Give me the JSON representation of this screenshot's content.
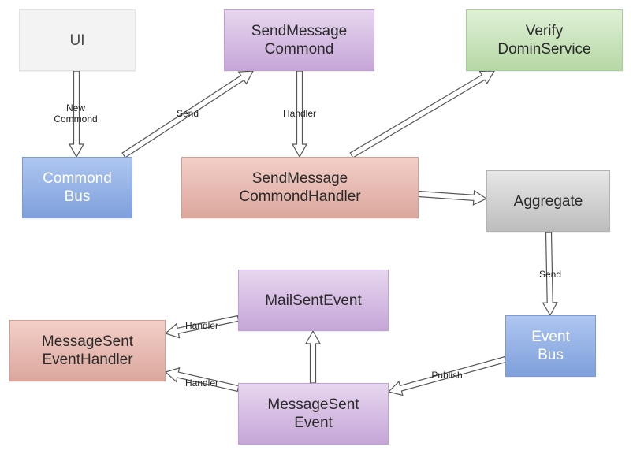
{
  "nodes": {
    "ui": "UI",
    "send_message_command": "SendMessage\nCommond",
    "verify_domain_service": "Verify\nDominService",
    "command_bus": "Commond\nBus",
    "send_message_command_handler": "SendMessage\nCommondHandler",
    "aggregate": "Aggregate",
    "mail_sent_event": "MailSentEvent",
    "message_sent_event_handler": "MessageSent\nEventHandler",
    "event_bus": "Event\nBus",
    "message_sent_event": "MessageSent\nEvent"
  },
  "edge_labels": {
    "new_command": "New\nCommond",
    "send_to_command": "Send",
    "handler_to_command_handler": "Handler",
    "send_from_aggregate": "Send",
    "handler_top": "Handler",
    "handler_bottom": "Handler",
    "publish": "Publish"
  },
  "colors": {
    "grey_light": "#f3f3f3",
    "purple": "#c6a6d8",
    "green": "#b6d8a6",
    "blue": "#7fa0dc",
    "red": "#dba79d",
    "grey": "#bdbdbd",
    "arrow_stroke": "#555555"
  }
}
